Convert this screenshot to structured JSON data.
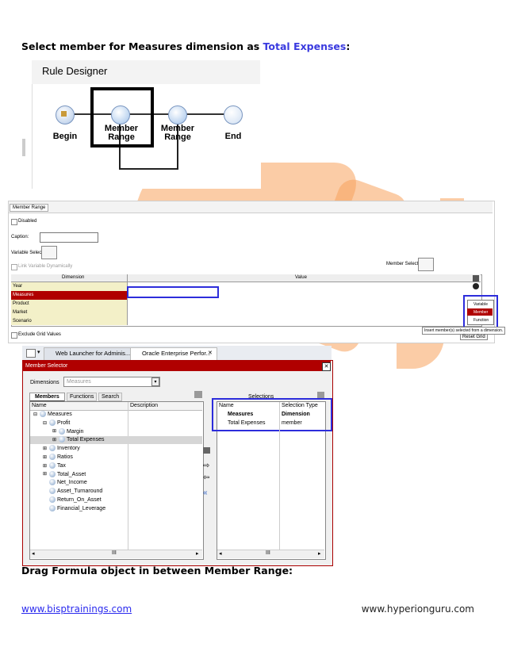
{
  "heading": {
    "text": "Select member for Measures dimension as ",
    "highlight": "Total Expenses",
    "suffix": ":"
  },
  "heading2": "Drag Formula object in between Member Range:",
  "footer": {
    "left": "www.bisptrainings.com",
    "right": "www.hyperionguru.com"
  },
  "rule_designer": {
    "title": "Rule Designer",
    "nodes": [
      {
        "label": "Begin"
      },
      {
        "label": "Member\nRange"
      },
      {
        "label": "Member\nRange"
      },
      {
        "label": "End"
      }
    ]
  },
  "member_range": {
    "tab": "Member Range",
    "disabled": "Disabled",
    "caption": "Caption:",
    "variable_selector": "Variable Selector",
    "link_variable": "Link Variable Dynamically",
    "member_selector": "Member Selector",
    "columns": [
      "Dimension",
      "Value"
    ],
    "rows": [
      "Year",
      "Measures",
      "Product",
      "Market",
      "Scenario"
    ],
    "exclude": "Exclude Grid Values",
    "menu": [
      "Variable",
      "Member",
      "Function"
    ],
    "tooltip": "Insert member(s) selected from a dimension.",
    "reset": "Reset Grid"
  },
  "browser_tabs": [
    "Web Launcher for Adminis...",
    "Oracle Enterprise Perfor..."
  ],
  "member_selector": {
    "title": "Member Selector",
    "dimensions_label": "Dimensions",
    "dimensions_value": "Measures",
    "tabs": [
      "Members",
      "Functions",
      "Search"
    ],
    "left_columns": [
      "Name",
      "Description"
    ],
    "tree": [
      {
        "label": "Measures",
        "level": 0,
        "exp": "-"
      },
      {
        "label": "Profit",
        "level": 1,
        "exp": "-"
      },
      {
        "label": "Margin",
        "level": 2,
        "exp": "+"
      },
      {
        "label": "Total Expenses",
        "level": 2,
        "exp": "+"
      },
      {
        "label": "Inventory",
        "level": 1,
        "exp": "+"
      },
      {
        "label": "Ratios",
        "level": 1,
        "exp": "+"
      },
      {
        "label": "Tax",
        "level": 1,
        "exp": "+"
      },
      {
        "label": "Total_Asset",
        "level": 1,
        "exp": "+"
      },
      {
        "label": "Net_Income",
        "level": 1,
        "exp": ""
      },
      {
        "label": "Asset_Turnaround",
        "level": 1,
        "exp": ""
      },
      {
        "label": "Return_On_Asset",
        "level": 1,
        "exp": ""
      },
      {
        "label": "Financial_Leverage",
        "level": 1,
        "exp": ""
      }
    ],
    "selections_label": "Selections",
    "right_columns": [
      "Name",
      "Selection Type"
    ],
    "selections": [
      {
        "name": "Measures",
        "type": "Dimension"
      },
      {
        "name": "Total Expenses",
        "type": "member"
      }
    ],
    "scroll_mark": "III"
  }
}
